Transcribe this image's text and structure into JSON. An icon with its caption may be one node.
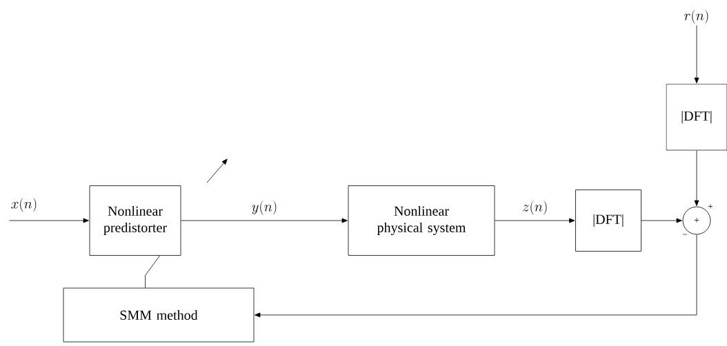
{
  "diagram": {
    "nodes": [
      {
        "text": [
          "x(n)"
        ]
      },
      {
        "text": [
          "Nonlinear predistorter"
        ]
      },
      {
        "text": [
          "Nonlinear physical system"
        ]
      },
      {
        "text": [
          "|DFT|"
        ]
      },
      {
        "text": [
          "+"
        ]
      },
      {
        "text": [
          "|DFT|"
        ]
      },
      {
        "text": [
          "r(n)"
        ]
      },
      {
        "text": [
          "SMM method"
        ]
      }
    ],
    "edges": [
      {
        "from": 0,
        "to": 1,
        "arrow": "to"
      },
      {
        "from": 1,
        "to": 2,
        "arrow": "to",
        "label": "y(n)"
      },
      {
        "from": 2,
        "to": 3,
        "arrow": "to",
        "label": "z(n)"
      },
      {
        "from": 3,
        "to": 4,
        "arrow": "to"
      },
      {
        "from": 6,
        "to": 5,
        "arrow": "to"
      },
      {
        "from": 5,
        "to": 4,
        "arrow": "to"
      },
      {
        "from": 4,
        "to": 7,
        "arrow": "to"
      },
      {
        "from": 7,
        "to": 1,
        "arrow": "none"
      }
    ],
    "labels": [
      "+",
      "−"
    ]
  }
}
